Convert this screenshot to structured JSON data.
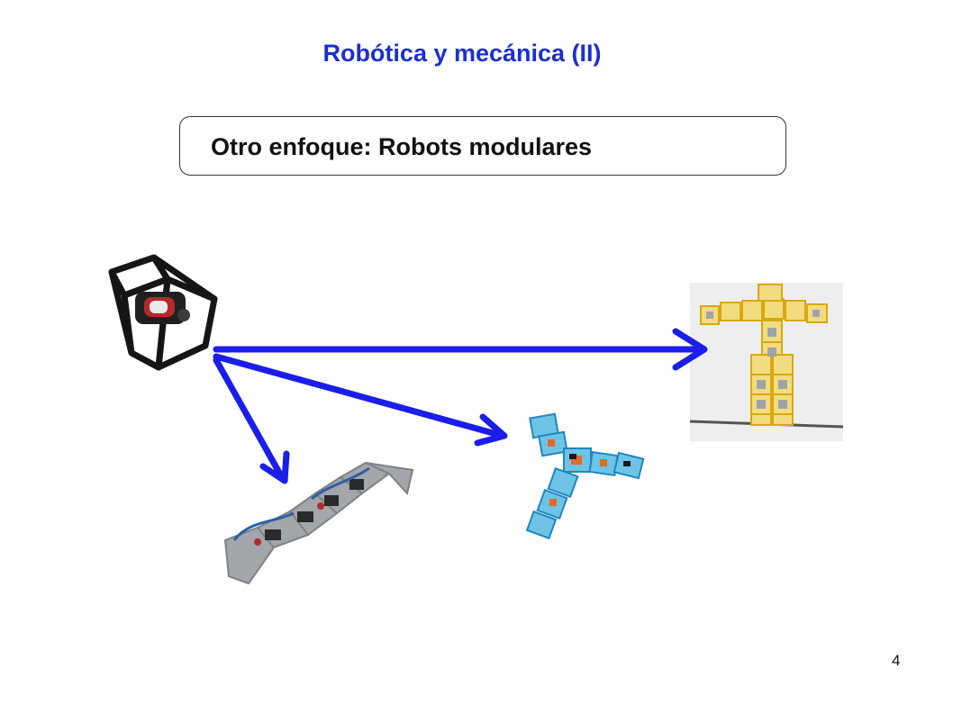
{
  "slide": {
    "title": "Robótica y mecánica (II)",
    "subtitle": "Otro enfoque: Robots modulares",
    "page_number": "4"
  },
  "images": [
    {
      "name": "single-module-robot",
      "description_icon": "module-cube-icon"
    },
    {
      "name": "snake-robot",
      "description_icon": "snake-robot-icon"
    },
    {
      "name": "tripod-robot",
      "description_icon": "tripod-robot-icon"
    },
    {
      "name": "humanoid-robot",
      "description_icon": "humanoid-robot-icon"
    }
  ],
  "colors": {
    "title": "#1c2fd0",
    "arrow": "#1a1ee8",
    "module_black": "#151515",
    "module_gray": "#9a9ca0",
    "module_blue": "#2e9fd0",
    "module_yellow": "#e8c21a"
  }
}
